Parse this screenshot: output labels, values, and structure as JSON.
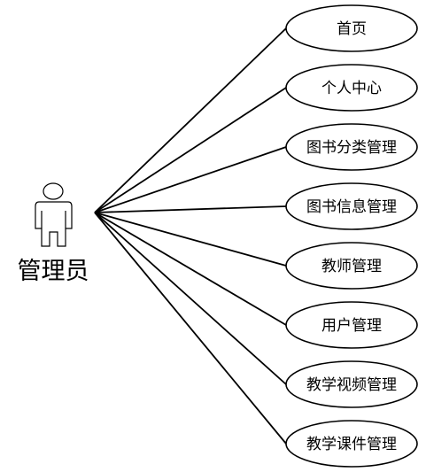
{
  "actor": {
    "label": "管理员",
    "icon": "person-icon"
  },
  "use_cases": [
    {
      "label": "首页"
    },
    {
      "label": "个人中心"
    },
    {
      "label": "图书分类管理"
    },
    {
      "label": "图书信息管理"
    },
    {
      "label": "教师管理"
    },
    {
      "label": "用户管理"
    },
    {
      "label": "教学视频管理"
    },
    {
      "label": "教学课件管理"
    }
  ]
}
